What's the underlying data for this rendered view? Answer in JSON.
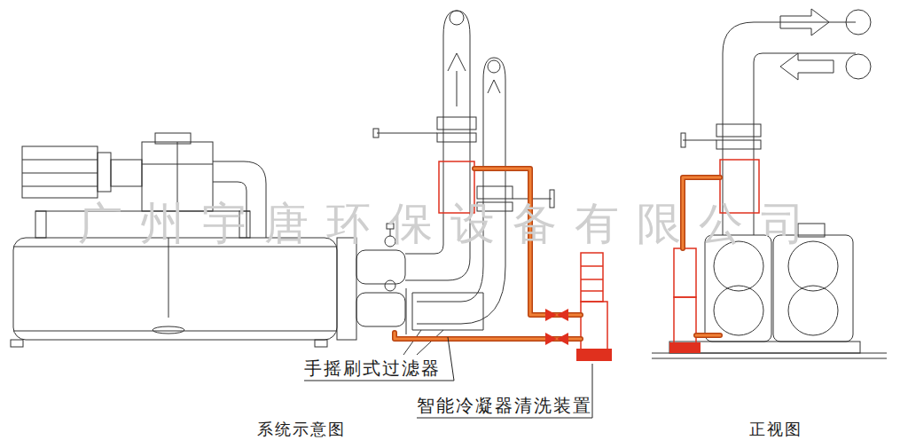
{
  "diagram": {
    "labels": [
      "广州宇唐环保设备有限公司",
      "手摇刷式过滤器",
      "智能冷凝器清洗装置",
      "系统示意图",
      "正视图"
    ]
  }
}
